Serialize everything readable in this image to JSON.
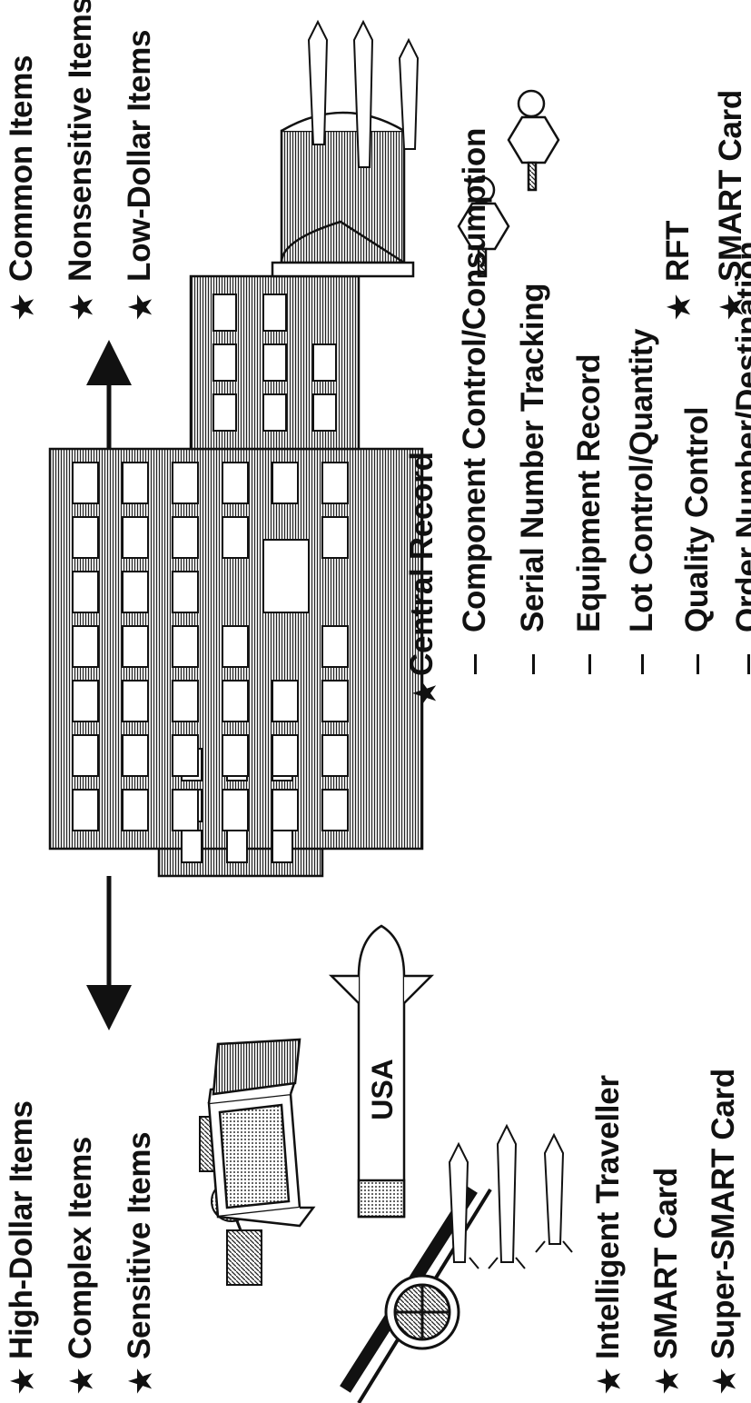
{
  "top_left": {
    "items": [
      "High-Dollar Items",
      "Complex Items",
      "Sensitive Items"
    ]
  },
  "bottom_left": {
    "items": [
      "Intelligent Traveller",
      "SMART Card",
      "Super-SMART Card"
    ]
  },
  "center": {
    "heading": "Central Record",
    "items": [
      "Component Control/Consumption",
      "Serial Number Tracking",
      "Equipment Record",
      "Lot Control/Quantity",
      "Quality Control",
      "Order Number/Destination"
    ]
  },
  "top_right": {
    "items": [
      "Common Items",
      "Nonsensitive Items",
      "Low-Dollar Items"
    ]
  },
  "bottom_right": {
    "items": [
      "RFT",
      "SMART Card"
    ]
  },
  "illustrations": {
    "missile_label": "USA"
  },
  "icons": {
    "bullet": "star-icon"
  },
  "colors": {
    "ink": "#111111",
    "background": "#ffffff"
  }
}
